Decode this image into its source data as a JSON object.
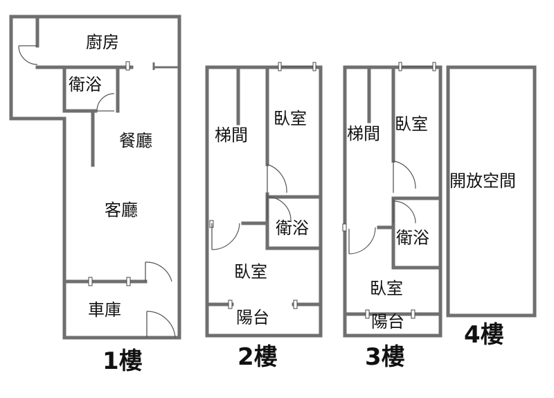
{
  "floors": [
    {
      "label": "1樓",
      "rooms": [
        "廚房",
        "衛浴",
        "餐廳",
        "客廳",
        "車庫"
      ]
    },
    {
      "label": "2樓",
      "rooms": [
        "梯間",
        "臥室",
        "衛浴",
        "臥室",
        "陽台"
      ]
    },
    {
      "label": "3樓",
      "rooms": [
        "梯間",
        "臥室",
        "衛浴",
        "臥室",
        "陽台"
      ]
    },
    {
      "label": "4樓",
      "rooms": [
        "開放空間"
      ]
    }
  ],
  "colors": {
    "wall": "#6f6f6f",
    "text": "#111111",
    "background": "#ffffff"
  }
}
